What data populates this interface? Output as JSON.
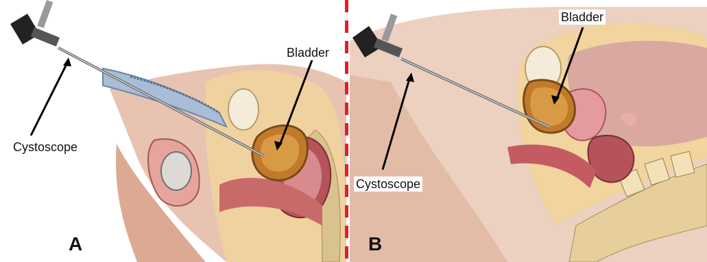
{
  "panels": [
    {
      "letter": "A",
      "labels": {
        "cystoscope": "Cystoscope",
        "bladder": "Bladder"
      }
    },
    {
      "letter": "B",
      "labels": {
        "cystoscope": "Cystoscope",
        "bladder": "Bladder"
      }
    }
  ],
  "colors": {
    "divider": "#e31e24",
    "skin": "#e6b8a2",
    "bladder": "#c07a2a",
    "bone": "#e8d3a8",
    "muscle": "#b5525a"
  }
}
